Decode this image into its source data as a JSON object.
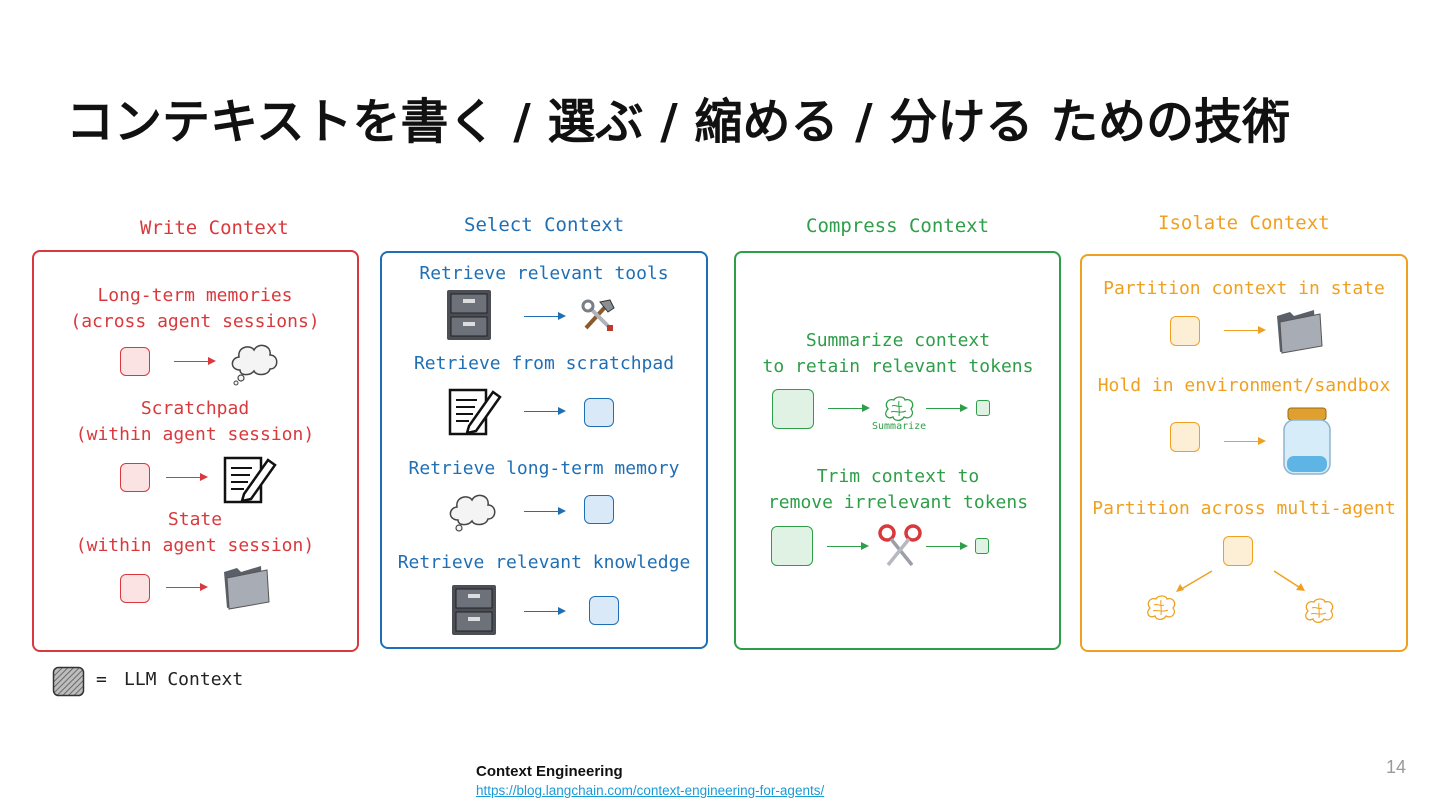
{
  "title": "コンテキストを書く / 選ぶ / 縮める / 分ける ための技術",
  "colors": {
    "write": "#d9393d",
    "select": "#1f6fb5",
    "compress": "#2e9e48",
    "isolate": "#f0a020"
  },
  "columns": {
    "write": {
      "title": "Write Context",
      "items": [
        "Long-term memories\n(across agent sessions)",
        "Scratchpad\n(within agent session)",
        "State\n(within agent session)"
      ]
    },
    "select": {
      "title": "Select Context",
      "items": [
        "Retrieve relevant tools",
        "Retrieve from scratchpad",
        "Retrieve long-term memory",
        "Retrieve relevant knowledge"
      ]
    },
    "compress": {
      "title": "Compress Context",
      "items": [
        "Summarize context\nto retain relevant tokens",
        "Trim context to\nremove irrelevant tokens"
      ],
      "summarize_caption": "Summarize"
    },
    "isolate": {
      "title": "Isolate Context",
      "items": [
        "Partition context in state",
        "Hold in environment/sandbox",
        "Partition across multi-agent"
      ]
    }
  },
  "legend": {
    "equals": "=",
    "label": "LLM Context"
  },
  "icons": [
    "cloud-icon",
    "notepad-pencil-icon",
    "folder-icon",
    "file-cabinet-icon",
    "tools-icon",
    "brain-icon",
    "scissors-icon",
    "jar-icon"
  ],
  "footer": {
    "title": "Context Engineering",
    "link": "https://blog.langchain.com/context-engineering-for-agents/"
  },
  "page_number": "14"
}
